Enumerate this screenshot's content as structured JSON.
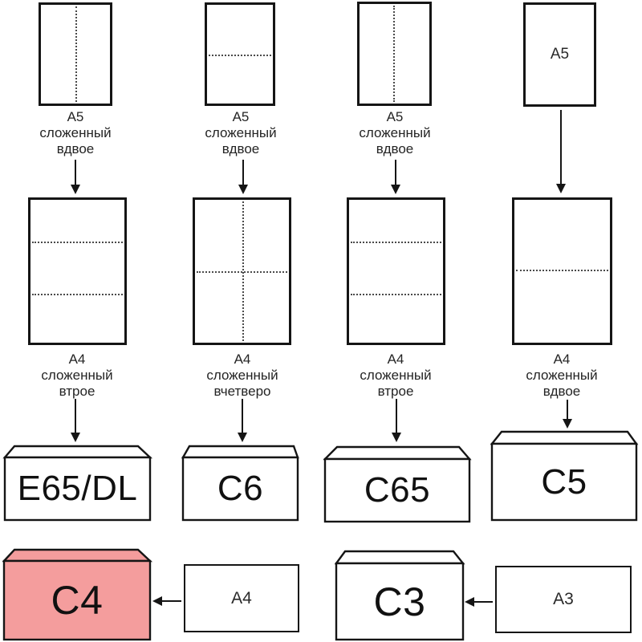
{
  "colors": {
    "stroke": "#151515",
    "fold_line": "#4a4a4a",
    "highlight_fill": "#f49d9d",
    "background": "#ffffff"
  },
  "row1": {
    "labels": [
      {
        "line1": "A5",
        "line2": "сложенный",
        "line3": "вдвое"
      },
      {
        "line1": "A5",
        "line2": "сложенный",
        "line3": "вдвое"
      },
      {
        "line1": "A5",
        "line2": "сложенный",
        "line3": "вдвое"
      }
    ],
    "plain_paper_text": "A5"
  },
  "row2": {
    "labels": [
      {
        "line1": "A4",
        "line2": "сложенный",
        "line3": "втрое"
      },
      {
        "line1": "A4",
        "line2": "сложенный",
        "line3": "вчетверо"
      },
      {
        "line1": "A4",
        "line2": "сложенный",
        "line3": "втрое"
      },
      {
        "line1": "A4",
        "line2": "сложенный",
        "line3": "вдвое"
      }
    ]
  },
  "envelopes": {
    "e65dl": "E65/DL",
    "c6": "C6",
    "c65": "C65",
    "c5": "C5",
    "c4": "C4",
    "c3": "C3"
  },
  "source_papers": {
    "a4": "A4",
    "a3": "A3"
  }
}
